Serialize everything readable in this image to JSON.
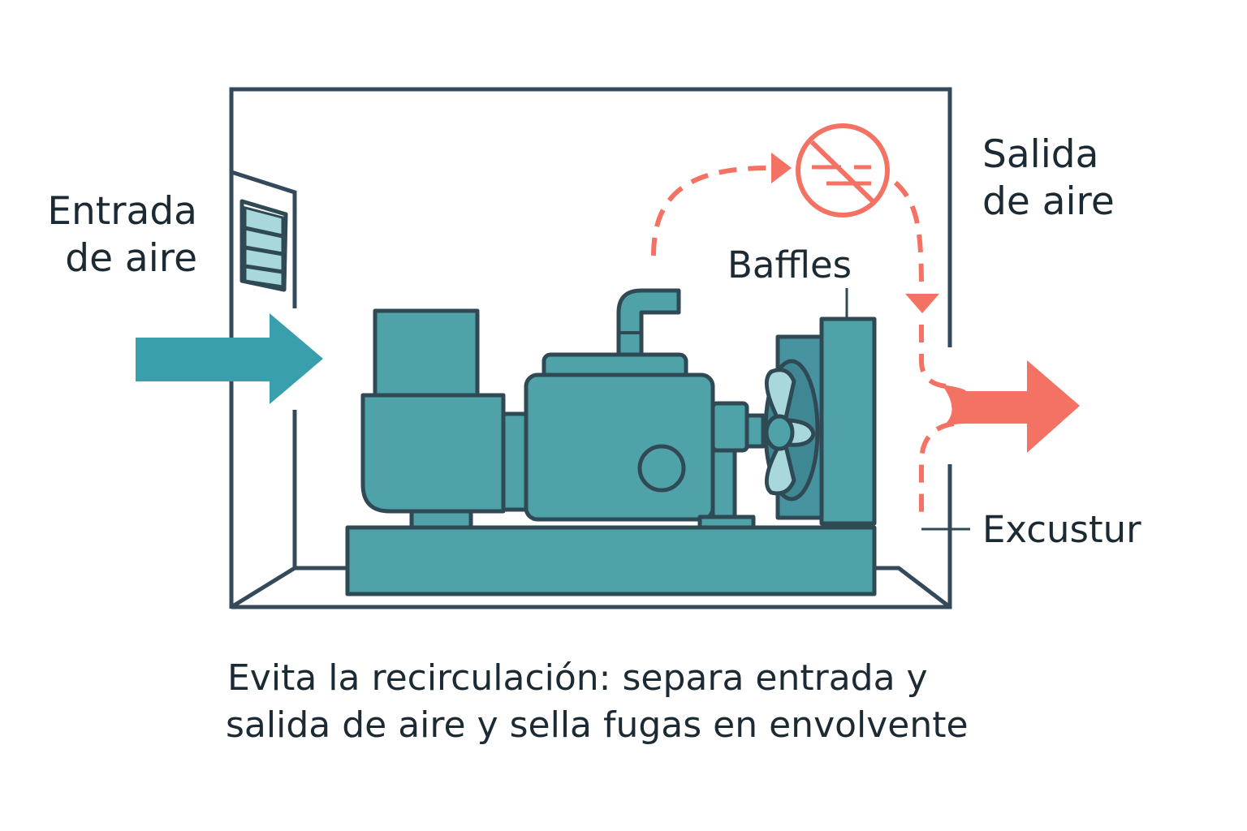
{
  "labels": {
    "intake_line1": "Entrada",
    "intake_line2": "de aire",
    "outlet_line1": "Salida",
    "outlet_line2": "de aire",
    "baffles": "Baffles",
    "exhaust": "Excustur"
  },
  "caption": {
    "line1": "Evita la recirculación: separa entrada y",
    "line2": "salida de aire y sella fugas en envolvente"
  },
  "icons": {
    "intake_arrow": "arrow-right",
    "outlet_arrow": "arrow-right",
    "recirculation": "no-recirculation-icon"
  },
  "colors": {
    "outline": "#2f4a55",
    "machine": "#4fa3a8",
    "intake": "#3a9fad",
    "outlet": "#f47264",
    "fan_light": "#a8d8dc"
  }
}
